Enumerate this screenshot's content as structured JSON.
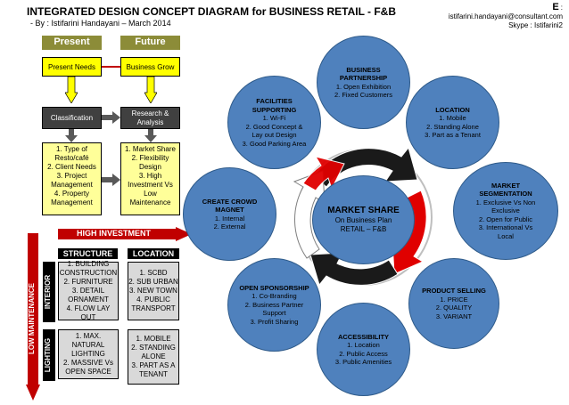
{
  "header": {
    "title": "INTEGRATED DESIGN CONCEPT DIAGRAM for BUSINESS RETAIL -  F&B",
    "byline": "- By : Istifarini Handayani – March 2014",
    "contact_prefix": "E",
    "contact_email": ": istifarini.handayani@consultant.com",
    "contact_skype": "Skype : Istifarini2"
  },
  "left_panel": {
    "present_label": "Present",
    "future_label": "Future",
    "present_needs": "Present Needs",
    "business_grow": "Business Grow",
    "classification": "Classification",
    "research_analysis": "Research & Analysis",
    "present_list": [
      "1. Type of",
      "Resto/café",
      "2. Client Needs",
      "3. Project",
      "Management",
      "4. Property",
      "Management"
    ],
    "future_list": [
      "1. Market Share",
      "2. Flexibility",
      "Design",
      "3. High",
      "Investment Vs",
      "Low",
      "Maintenance"
    ]
  },
  "high_investment": "HIGH INVESTMENT",
  "low_maintenance": "LOW MAINTENANCE",
  "grid": {
    "structure_label": "STRUCTURE",
    "location_label": "LOCATION",
    "interior_label": "INTERIOR",
    "lighting_label": "LIGHTING",
    "interior_structure": [
      "1. BUILDING",
      "CONSTRUCTION",
      "2. FURNITURE",
      "3. DETAIL",
      "ORNAMENT",
      "4. FLOW LAY OUT"
    ],
    "interior_location": [
      "1. SCBD",
      "2. SUB URBAN",
      "3. NEW TOWN",
      "4. PUBLIC",
      "TRANSPORT"
    ],
    "lighting_structure": [
      "1. MAX. NATURAL",
      "LIGHTING",
      "2. MASSIVE Vs",
      "OPEN SPACE"
    ],
    "lighting_location": [
      "1. MOBILE",
      "2. STANDING",
      "ALONE",
      "3. PART AS A",
      "TENANT"
    ]
  },
  "center": {
    "title": "MARKET SHARE",
    "lines": [
      "On Business Plan",
      "RETAIL – F&B"
    ]
  },
  "circles": {
    "business_partnership": {
      "title": "BUSINESS PARTNERSHIP",
      "lines": [
        "1. Open Exhibition",
        "2. Fixed Customers"
      ]
    },
    "location": {
      "title": "LOCATION",
      "lines": [
        "1. Mobile",
        "2. Standing Alone",
        "3. Part as a Tenant"
      ]
    },
    "market_segmentation": {
      "title": "MARKET SEGMENTATION",
      "lines": [
        "1. Exclusive Vs Non",
        "Exclusive",
        "2. Open for Public",
        "3. International Vs",
        "Local"
      ]
    },
    "product_selling": {
      "title": "PRODUCT SELLING",
      "lines": [
        "1. PRICE",
        "2. QUALITY",
        "3. VARIANT"
      ]
    },
    "accessibility": {
      "title": "ACCESSIBILITY",
      "lines": [
        "1. Location",
        "2. Public Access",
        "3. Public Amenities"
      ]
    },
    "open_sponsorship": {
      "title": "OPEN SPONSORSHIP",
      "lines": [
        "1. Co-Branding",
        "2. Business Partner",
        "Support",
        "3. Profit Sharing"
      ]
    },
    "create_crowd_magnet": {
      "title": "CREATE CROWD MAGNET",
      "lines": [
        "1. Internal",
        "2. External"
      ]
    },
    "facilities_supporting": {
      "title": "FACILITIES SUPPORTING",
      "lines": [
        "1. Wi-Fi",
        "2. Good Concept &",
        "Lay out Design",
        "3. Good Parking Area"
      ]
    }
  }
}
